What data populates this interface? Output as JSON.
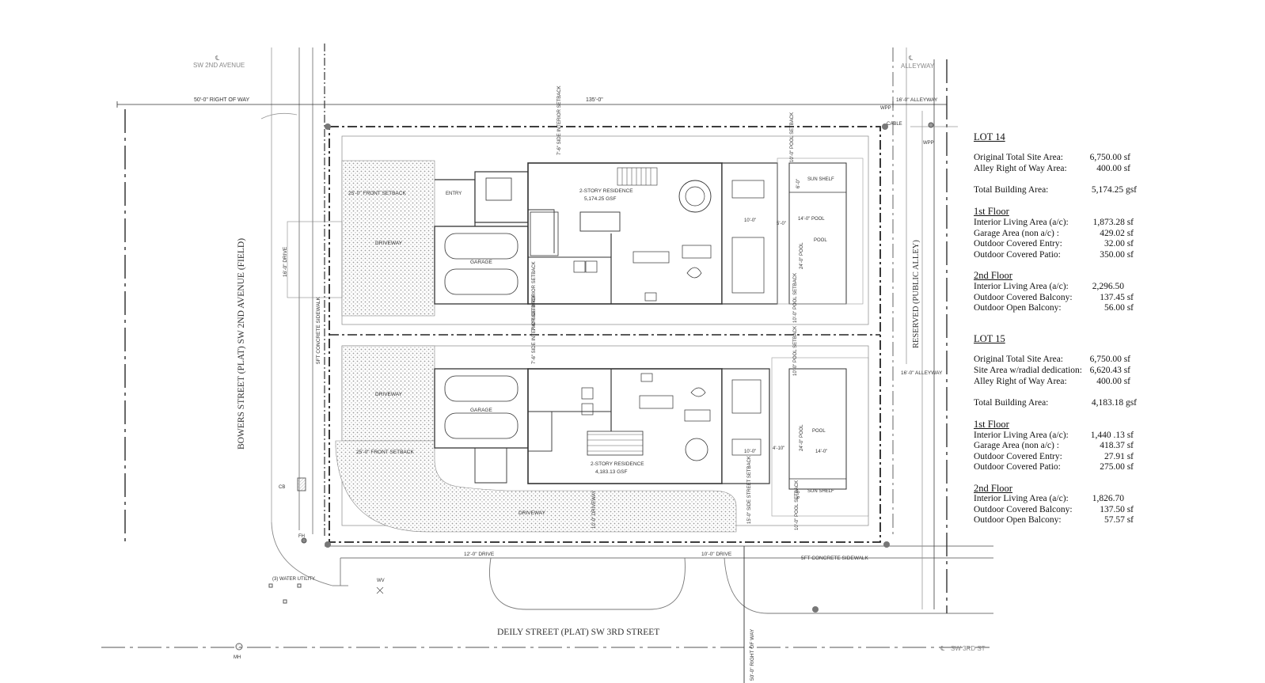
{
  "streets": {
    "sw2nd_centerline": "SW 2ND AVENUE",
    "alley_centerline": "ALLEYWAY",
    "west_street": "BOWERS STREET (PLAT) SW 2ND AVENUE (FIELD)",
    "south_street": "DEILY STREET (PLAT) SW 3RD STREET",
    "sw3rd_centerline": "SW 3RD ST",
    "reserved_alley": "RESERVED (PUBLIC ALLEY)"
  },
  "dimensions": {
    "right_of_way_west": "50'-0\" RIGHT OF WAY",
    "lot_width": "135'-0\"",
    "alley_width_top": "16'-0\" ALLEYWAY",
    "alley_width_mid": "16'-0\" ALLEYWAY",
    "right_of_way_south": "50'-0\" RIGHT OF WAY",
    "drive_west": "16'-0\" DRIVE",
    "drive_12": "12'-0\" DRIVE",
    "drive_10": "10'-0\" DRIVE",
    "front_setback_14": "25'-0\" FRONT SETBACK",
    "front_setback_15": "25'-0\" FRONT SETBACK",
    "side_setback_14": "7'-6\" SIDE INTERIOR SETBACK",
    "side_setback_mid": "7'-6\" SIDE INTERIOR SETBACK",
    "side_setback_15b": "7'-6\" SIDE INTERIOR SETBACK",
    "pool_setback_top": "10'-0\" POOL SETBACK",
    "pool_setback_mid": "10'-0\" POOL SETBACK",
    "pool_setback_mid2": "10'-0\" POOL SETBACK",
    "pool_setback_bot": "10'-0\" POOL SETBACK",
    "side_setback_15": "15'-0\" SIDE STREET SETBACK",
    "driveway_10": "10'-0\" DRIVEWAY",
    "pool_14_w": "14'-0\" POOL",
    "pool_14_h": "24'-0\" POOL",
    "pool_15_w": "14'-0\"",
    "pool_15_h": "24'-0\" POOL",
    "gap_5": "5'-0\"",
    "gap_4": "4'-10\"",
    "gap_10a": "10'-0\"",
    "gap_10b": "10'-0\"",
    "sun_shelf_6a": "6'-0\"",
    "sun_shelf_6b": "6'-0\"",
    "sidewalk_west": "5FT CONCRETE SIDEWALK",
    "sidewalk_south": "5FT CONCRETE SIDEWALK"
  },
  "labels": {
    "driveway_14": "DRIVEWAY",
    "garage_14": "GARAGE",
    "entry_14": "ENTRY",
    "residence_14": "2-STORY RESIDENCE",
    "gsf_14": "5,174.25 GSF",
    "sun_shelf_14": "SUN SHELF",
    "pool_14": "POOL",
    "driveway_15a": "DRIVEWAY",
    "garage_15": "GARAGE",
    "residence_15": "2-STORY RESIDENCE",
    "gsf_15": "4,183.13 GSF",
    "pool_15": "POOL",
    "sun_shelf_15": "SUN SHELF",
    "driveway_15b": "DRIVEWAY",
    "wpp_1": "WPP",
    "wpp_2": "WPP",
    "cable": "CABLE",
    "cb": "CB",
    "fh": "FH",
    "water_utility": "(3) WATER UTILITY",
    "wv": "WV",
    "mh": "MH",
    "cl": "℄"
  },
  "table": {
    "lot14": {
      "title": "LOT 14",
      "rows_a": [
        {
          "label": "Original Total Site Area:",
          "value": "6,750.00 sf"
        },
        {
          "label": "Alley Right of Way Area:",
          "value": "400.00 sf"
        }
      ],
      "total": {
        "label": "Total Building Area:",
        "value": "5,174.25 gsf"
      },
      "floor1_title": "1st Floor",
      "floor1": [
        {
          "label": "Interior Living Area (a/c):",
          "value": "1,873.28 sf"
        },
        {
          "label": "Garage Area (non a/c) :",
          "value": "429.02 sf"
        },
        {
          "label": "Outdoor Covered Entry:",
          "value": "32.00 sf"
        },
        {
          "label": "Outdoor Covered Patio:",
          "value": "350.00 sf"
        }
      ],
      "floor2_title": "2nd Floor",
      "floor2": [
        {
          "label": "Interior Living Area (a/c):",
          "value": "2,296.50"
        },
        {
          "label": "Outdoor Covered Balcony:",
          "value": "137.45 sf"
        },
        {
          "label": "Outdoor Open Balcony:",
          "value": "56.00 sf"
        }
      ]
    },
    "lot15": {
      "title": "LOT 15",
      "rows_a": [
        {
          "label": "Original Total Site Area:",
          "value": "6,750.00 sf"
        },
        {
          "label": "Site Area w/radial dedication:",
          "value": "6,620.43 sf"
        },
        {
          "label": "Alley Right of Way Area:",
          "value": "400.00 sf"
        }
      ],
      "total": {
        "label": "Total Building Area:",
        "value": "4,183.18 gsf"
      },
      "floor1_title": "1st Floor",
      "floor1": [
        {
          "label": "Interior Living Area (a/c):",
          "value": "1,440 .13 sf"
        },
        {
          "label": "Garage Area (non a/c) :",
          "value": "418.37 sf"
        },
        {
          "label": "Outdoor Covered Entry:",
          "value": "27.91 sf"
        },
        {
          "label": "Outdoor Covered Patio:",
          "value": "275.00 sf"
        }
      ],
      "floor2_title": "2nd Floor",
      "floor2": [
        {
          "label": "Interior Living Area (a/c):",
          "value": "1,826.70"
        },
        {
          "label": "Outdoor Covered Balcony:",
          "value": "137.50 sf"
        },
        {
          "label": "Outdoor Open Balcony:",
          "value": "57.57 sf"
        }
      ]
    }
  },
  "colors": {
    "line": "#333333",
    "light": "#999999",
    "paver": "#c9c9c9"
  }
}
